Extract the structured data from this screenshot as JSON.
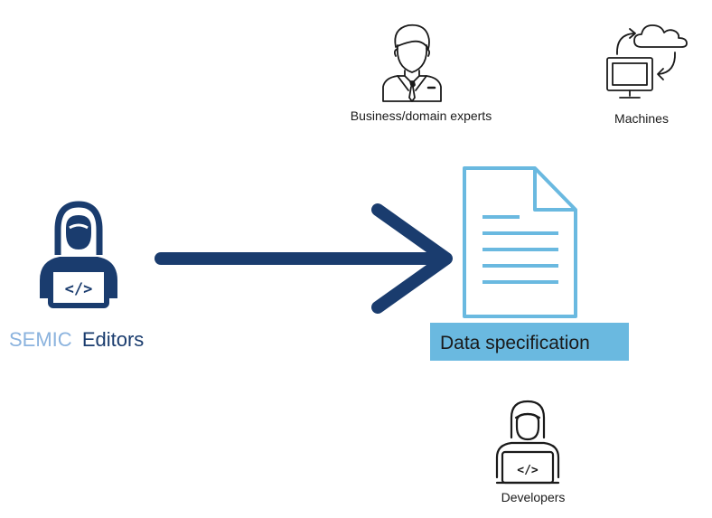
{
  "colors": {
    "navy": "#1a3c6e",
    "light_blue": "#6ab9e0",
    "semic_light": "#8bb3de",
    "black": "#1a1a1a",
    "white": "#ffffff"
  },
  "editors": {
    "semic_word": "SEMIC",
    "editors_word": "Editors",
    "icon": "woman-with-laptop-code-icon"
  },
  "arrow": {
    "icon": "right-arrow"
  },
  "document": {
    "icon": "document-icon",
    "label": "Data specification"
  },
  "business_experts": {
    "icon": "businessman-icon",
    "label": "Business/domain experts"
  },
  "machines": {
    "icon": "computer-cloud-sync-icon",
    "label": "Machines"
  },
  "developers": {
    "icon": "developer-with-laptop-icon",
    "label": "Developers"
  }
}
